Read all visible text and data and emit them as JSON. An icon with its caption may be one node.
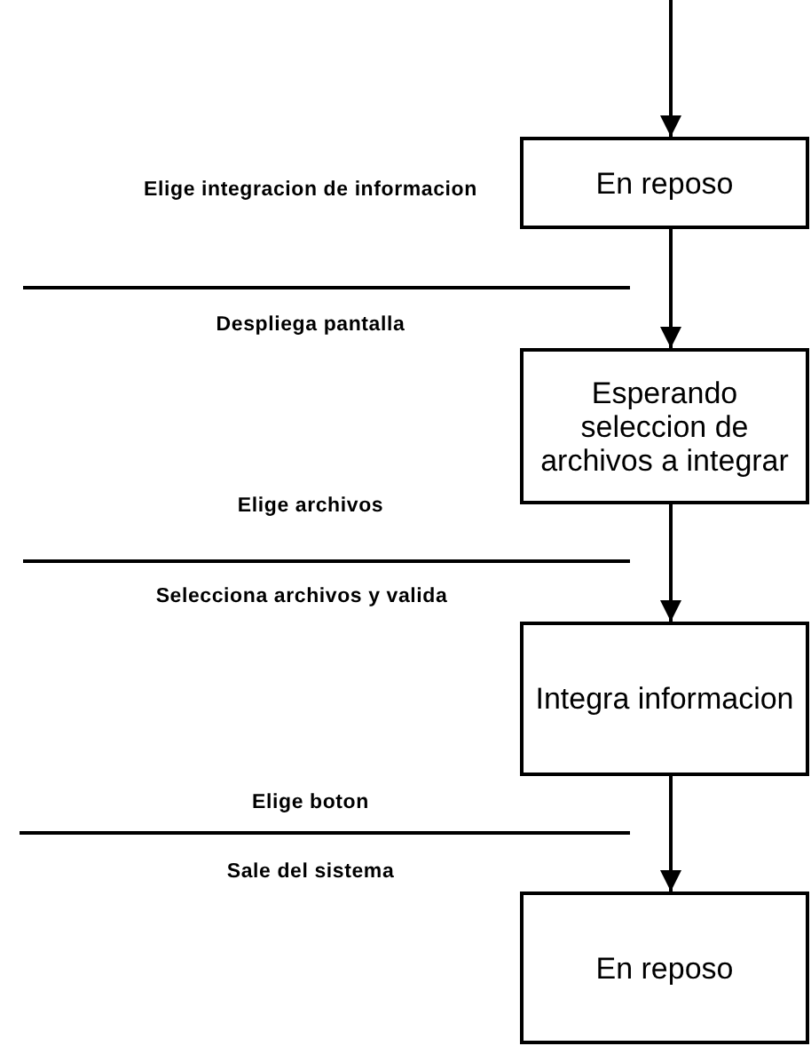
{
  "diagram": {
    "nodes": [
      {
        "text": [
          "En reposo"
        ]
      },
      {
        "text": [
          "Esperando seleccion de archivos a integrar"
        ]
      },
      {
        "text": [
          "Integra informacion"
        ]
      },
      {
        "text": [
          "En reposo"
        ]
      }
    ],
    "edges": [
      {
        "from": null,
        "to": 0,
        "arrow": "to"
      },
      {
        "from": 0,
        "to": 1,
        "arrow": "to"
      },
      {
        "from": 1,
        "to": 2,
        "arrow": "to"
      },
      {
        "from": 2,
        "to": 3,
        "arrow": "to"
      }
    ],
    "labels": [
      "Elige integracion de informacion",
      "Despliega pantalla",
      "Elige archivos",
      "Selecciona archivos y valida",
      "Elige boton",
      "Sale del sistema"
    ]
  }
}
